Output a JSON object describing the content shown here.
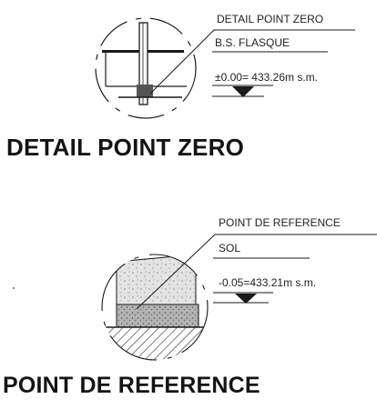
{
  "detail_zero": {
    "leader_label": "DETAIL POINT ZERO",
    "material_label": "B.S. FLASQUE",
    "level_label": "±0.00= 433.26m s.m.",
    "heading": "DETAIL POINT ZERO"
  },
  "reference_point": {
    "leader_label": "POINT DE REFERENCE",
    "material_label": "SOL",
    "level_label": "-0.05=433.21m s.m.",
    "heading": "POINT DE REFERENCE"
  },
  "colors": {
    "line": "#1a1a1a",
    "fill_soil": "#d9d9d9",
    "fill_base": "#a9a9a9"
  },
  "icons": {
    "level_marker": "triangle-level-marker",
    "hatch": "ground-hatch"
  }
}
